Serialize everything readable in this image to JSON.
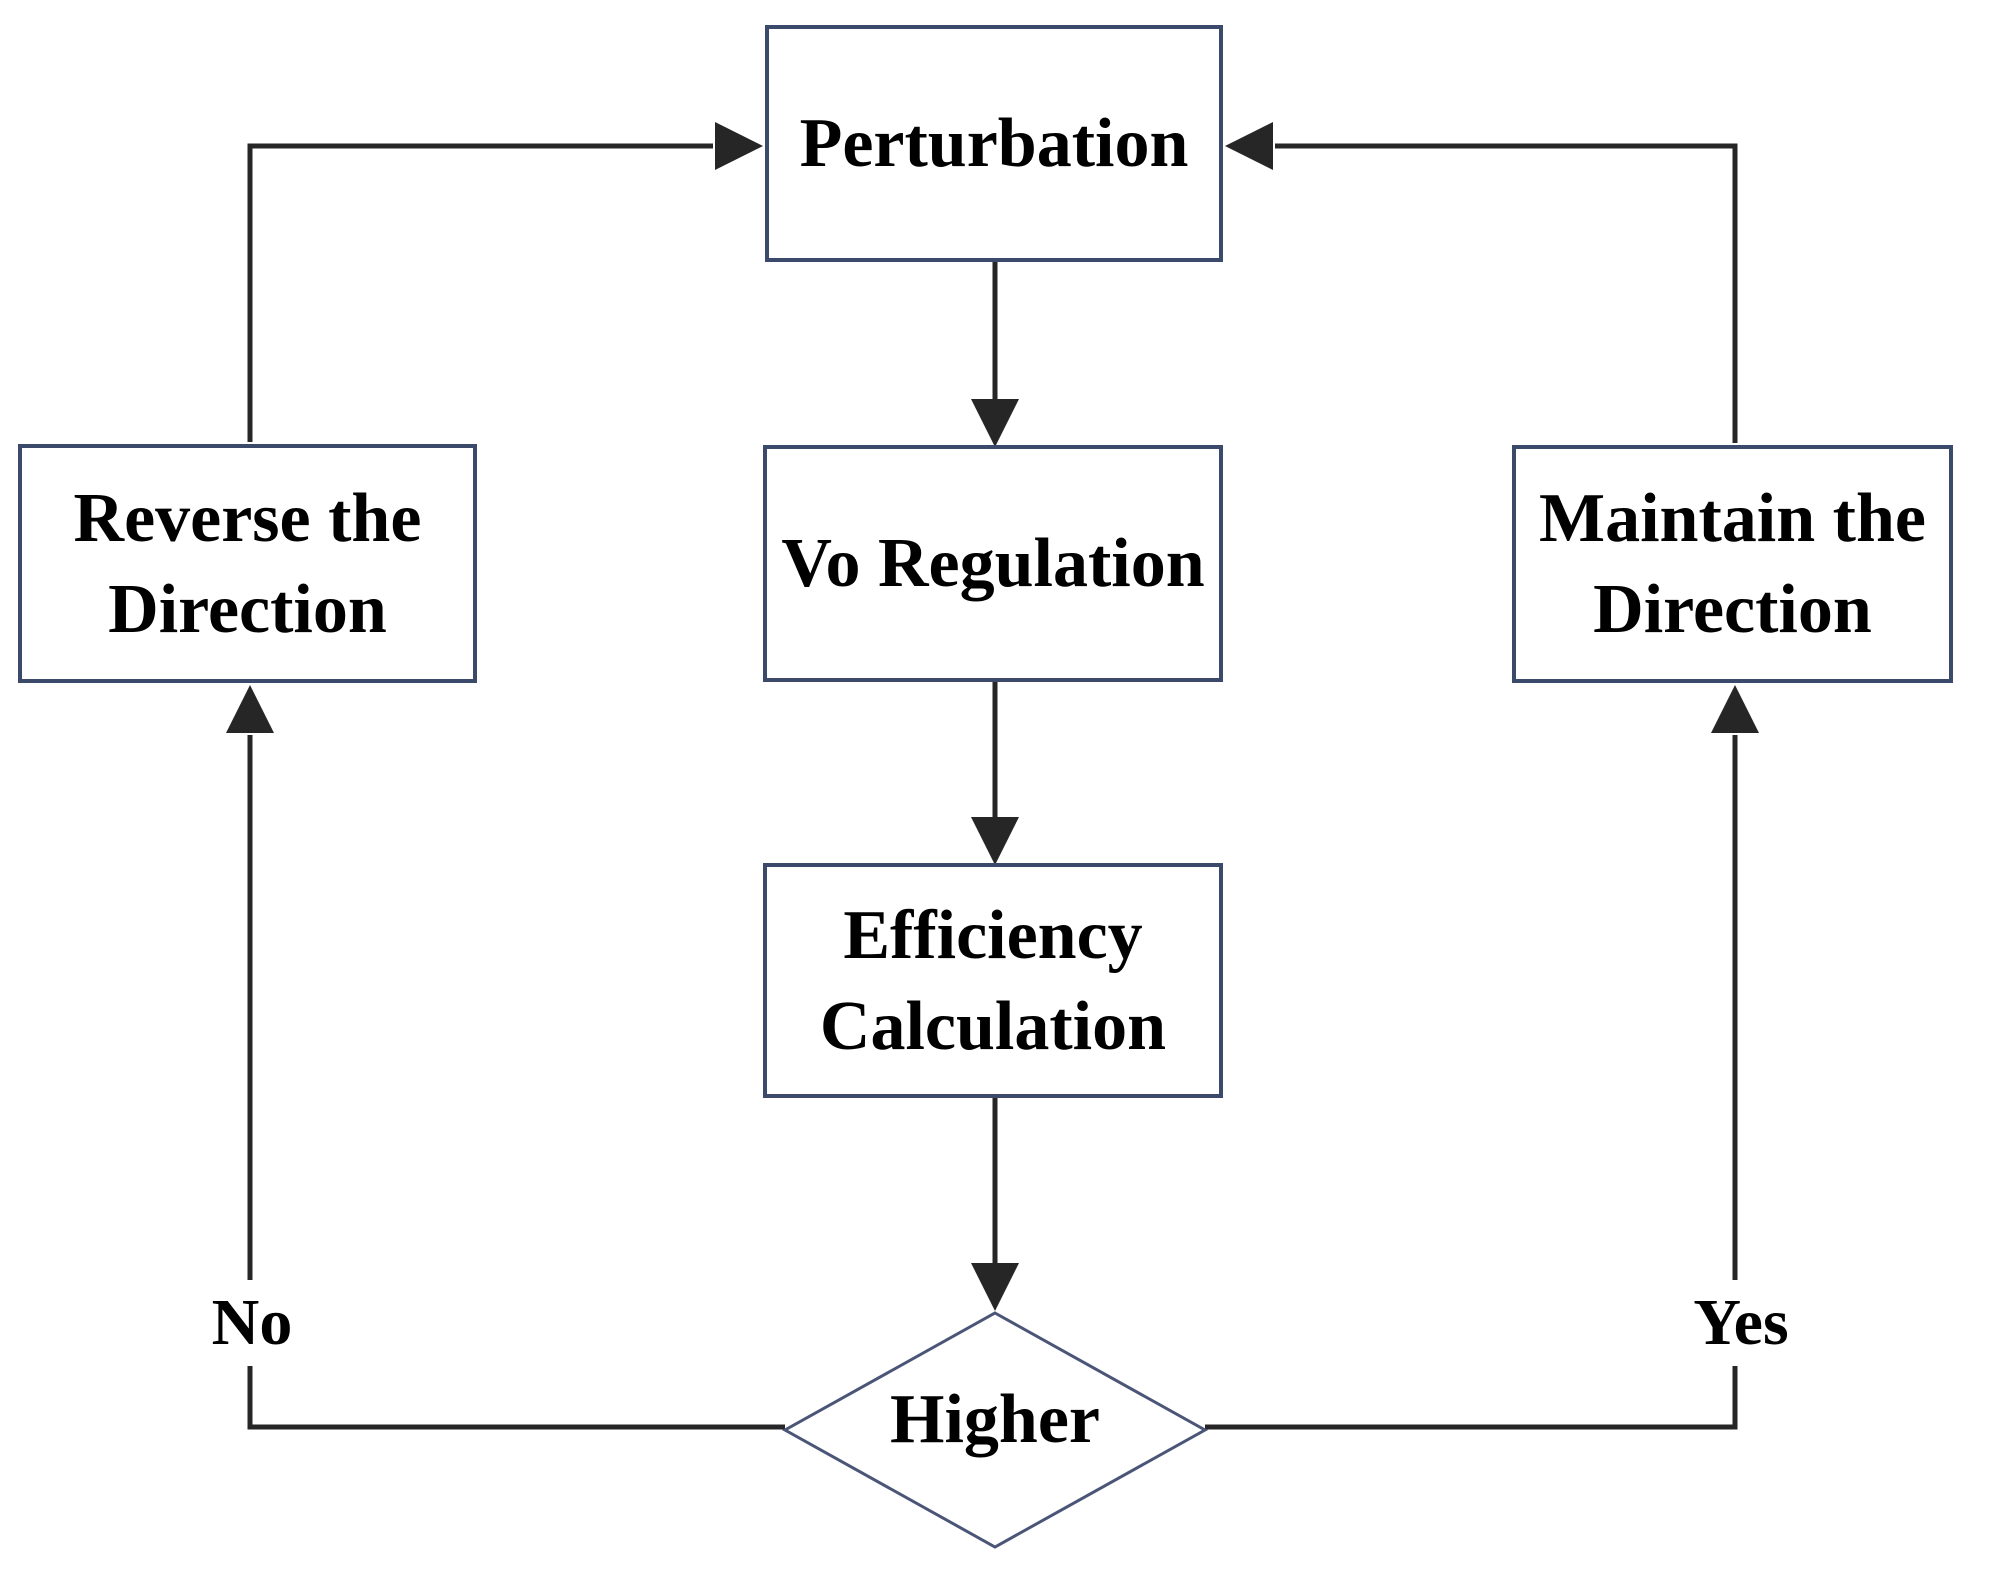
{
  "diagram": {
    "type": "flowchart",
    "background": "#ffffff",
    "colors": {
      "node_border": "#3b4a6b",
      "decision_border": "#4a5577",
      "connector": "#262626",
      "text": "#000000"
    },
    "nodes": {
      "perturbation": {
        "label": "Perturbation",
        "shape": "rectangle"
      },
      "vo_regulation": {
        "label": "Vo Regulation",
        "shape": "rectangle"
      },
      "efficiency_calculation": {
        "label": "Efficiency\nCalculation",
        "shape": "rectangle"
      },
      "reverse_direction": {
        "label": "Reverse the\nDirection",
        "shape": "rectangle"
      },
      "maintain_direction": {
        "label": "Maintain the\nDirection",
        "shape": "rectangle"
      },
      "higher": {
        "label": "Higher",
        "shape": "diamond"
      }
    },
    "edges": [
      {
        "from": "perturbation",
        "to": "vo_regulation",
        "label": ""
      },
      {
        "from": "vo_regulation",
        "to": "efficiency_calculation",
        "label": ""
      },
      {
        "from": "efficiency_calculation",
        "to": "higher",
        "label": ""
      },
      {
        "from": "higher",
        "to": "reverse_direction",
        "label": "No"
      },
      {
        "from": "higher",
        "to": "maintain_direction",
        "label": "Yes"
      },
      {
        "from": "reverse_direction",
        "to": "perturbation",
        "label": ""
      },
      {
        "from": "maintain_direction",
        "to": "perturbation",
        "label": ""
      }
    ]
  }
}
